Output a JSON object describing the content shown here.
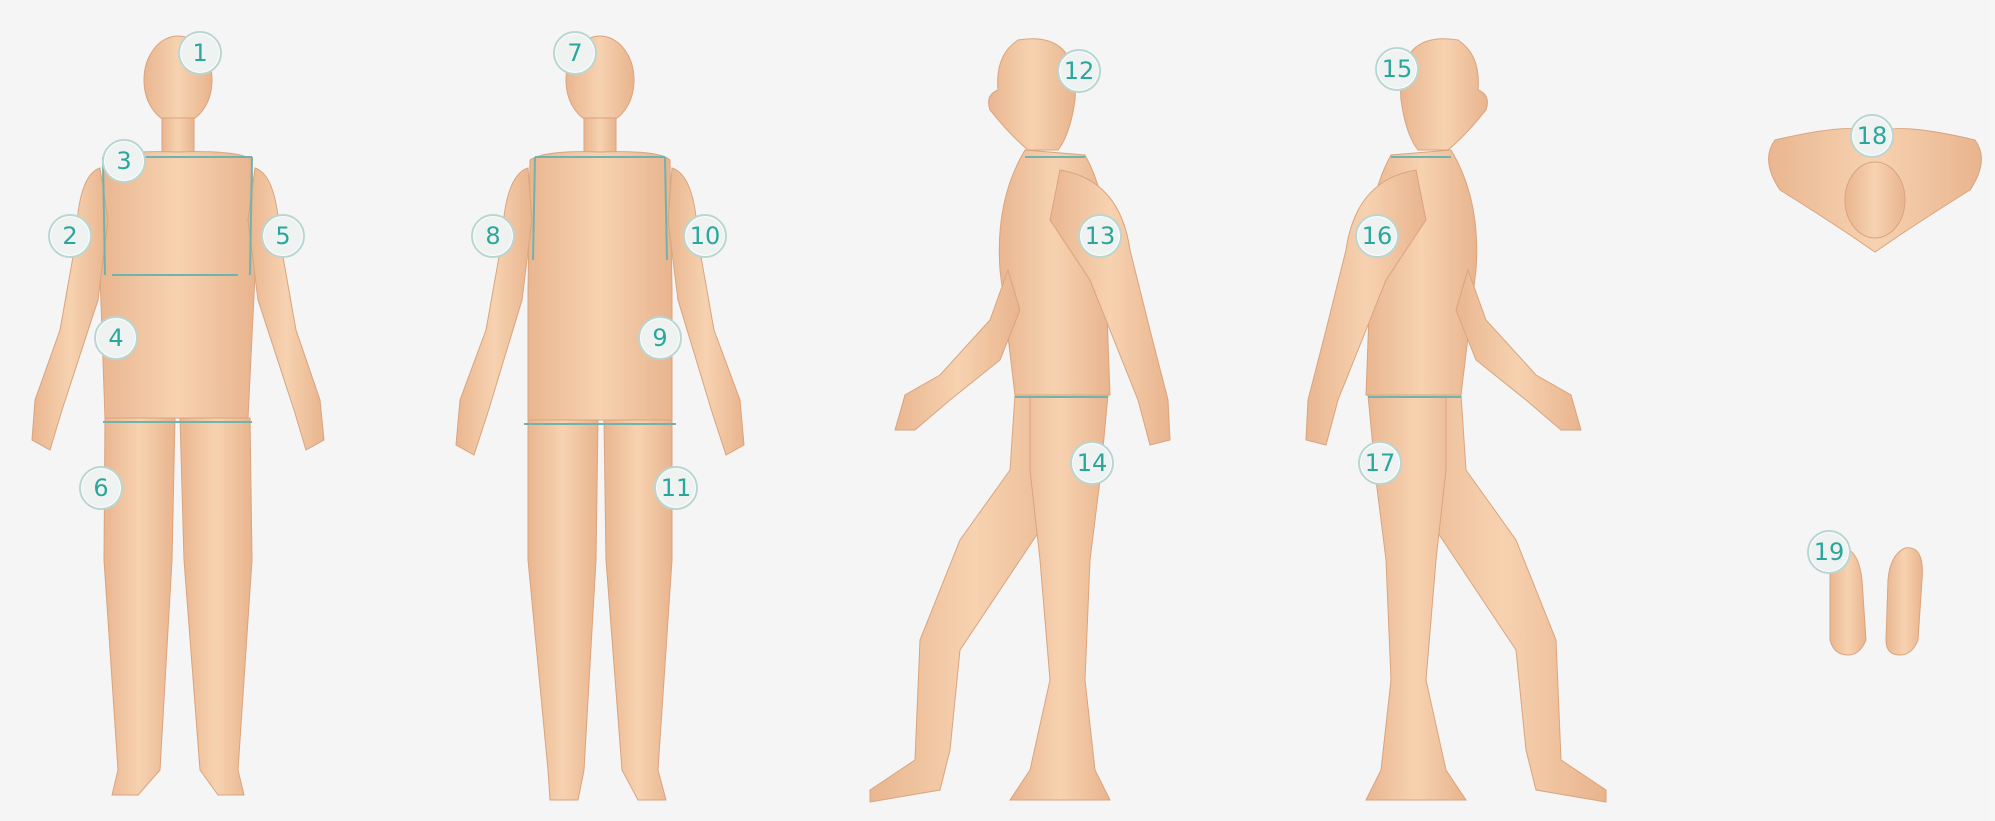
{
  "colors": {
    "background": "#f5f5f5",
    "skin": "#f2c8a2",
    "skin_shade": "#e4ae86",
    "region_line": "#6fb3ae",
    "marker_text": "#2aa79b",
    "marker_fill": "#eef3f2",
    "marker_border": "#b9d6d2"
  },
  "views": [
    "front",
    "back",
    "left-side",
    "right-side",
    "top",
    "soles"
  ],
  "markers": [
    {
      "label": "1",
      "region": "head-front"
    },
    {
      "label": "2",
      "region": "right-arm-front"
    },
    {
      "label": "3",
      "region": "neck-front"
    },
    {
      "label": "4",
      "region": "abdomen"
    },
    {
      "label": "5",
      "region": "left-arm-front"
    },
    {
      "label": "6",
      "region": "legs-front"
    },
    {
      "label": "7",
      "region": "head-back"
    },
    {
      "label": "8",
      "region": "left-arm-back"
    },
    {
      "label": "9",
      "region": "lower-back"
    },
    {
      "label": "10",
      "region": "right-arm-back"
    },
    {
      "label": "11",
      "region": "legs-back"
    },
    {
      "label": "12",
      "region": "head-left-side"
    },
    {
      "label": "13",
      "region": "torso-left-side"
    },
    {
      "label": "14",
      "region": "legs-left-side"
    },
    {
      "label": "15",
      "region": "head-right-side"
    },
    {
      "label": "16",
      "region": "torso-right-side"
    },
    {
      "label": "17",
      "region": "legs-right-side"
    },
    {
      "label": "18",
      "region": "top-of-head"
    },
    {
      "label": "19",
      "region": "soles-of-feet"
    }
  ]
}
